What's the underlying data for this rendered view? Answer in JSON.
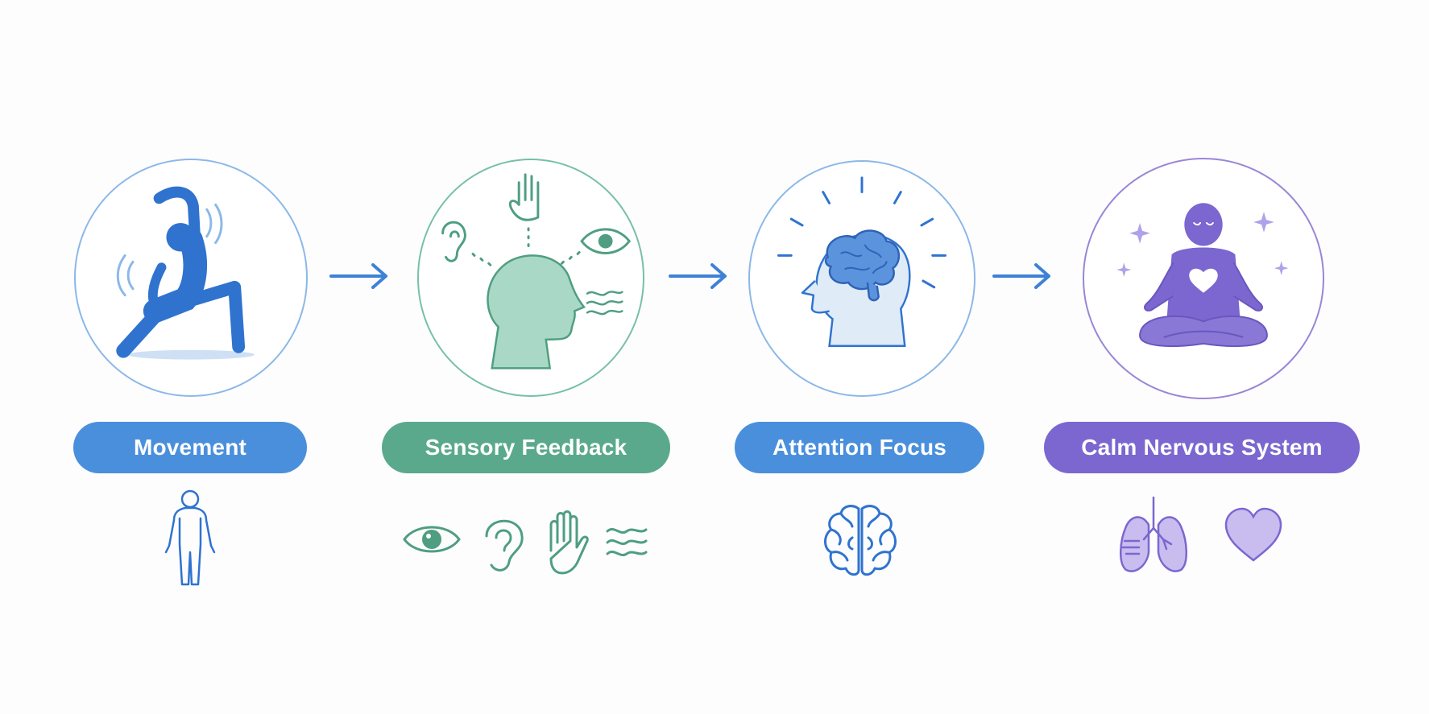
{
  "steps": [
    {
      "label": "Movement",
      "circle_icon": "stretching-person-icon",
      "sub_icons": [
        "human-body-outline-icon"
      ],
      "color": "#4a8fdc"
    },
    {
      "label": "Sensory Feedback",
      "circle_icon": "head-senses-icon",
      "sub_icons": [
        "eye-icon",
        "ear-icon",
        "hand-icon",
        "waves-icon"
      ],
      "color": "#5aa98d"
    },
    {
      "label": "Attention Focus",
      "circle_icon": "head-brain-icon",
      "sub_icons": [
        "brain-icon"
      ],
      "color": "#4a8fdc"
    },
    {
      "label": "Calm Nervous System",
      "circle_icon": "meditating-person-icon",
      "sub_icons": [
        "lungs-icon",
        "heart-icon"
      ],
      "color": "#7b67cf"
    }
  ],
  "connector_icon": "arrow-right-icon",
  "colors": {
    "blue": "#4a8fdc",
    "green": "#5aa98d",
    "purple": "#7b67cf",
    "light_blue_fill": "#d9e8f8",
    "light_green_fill": "#a9d8c6",
    "light_purple_fill": "#c9bdf0"
  }
}
